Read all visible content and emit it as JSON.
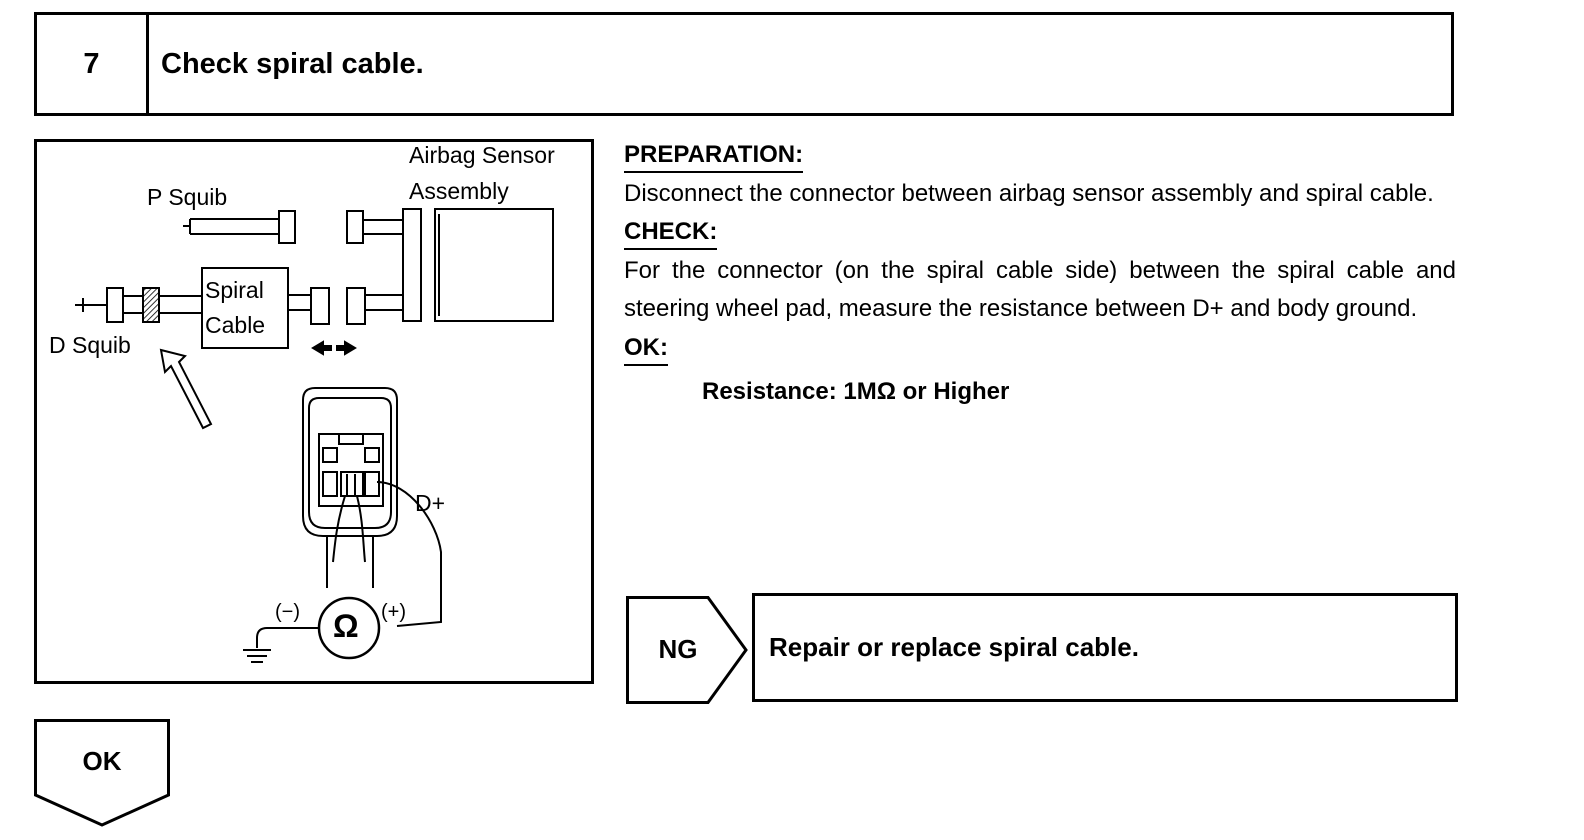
{
  "step": {
    "number": "7",
    "title": "Check spiral cable."
  },
  "figure": {
    "labels": {
      "airbag_sensor_line1": "Airbag Sensor",
      "airbag_sensor_line2": "Assembly",
      "p_squib": "P Squib",
      "d_squib": "D Squib",
      "spiral_line1": "Spiral",
      "spiral_line2": "Cable",
      "d_plus": "D+",
      "minus": "(−)",
      "plus": "(+)",
      "ohm": "Ω"
    }
  },
  "instructions": {
    "preparation_heading": "PREPARATION:",
    "preparation_text": "Disconnect the connector between airbag sensor assembly and spiral cable.",
    "check_heading": "CHECK:",
    "check_text": "For the connector (on the spiral cable side) between the spiral cable and steering wheel pad, measure the resistance between D+ and body ground.",
    "ok_heading": "OK:",
    "spec": "Resistance:  1MΩ or Higher"
  },
  "results": {
    "ng_label": "NG",
    "ng_action": "Repair or replace spiral cable.",
    "ok_label": "OK"
  }
}
